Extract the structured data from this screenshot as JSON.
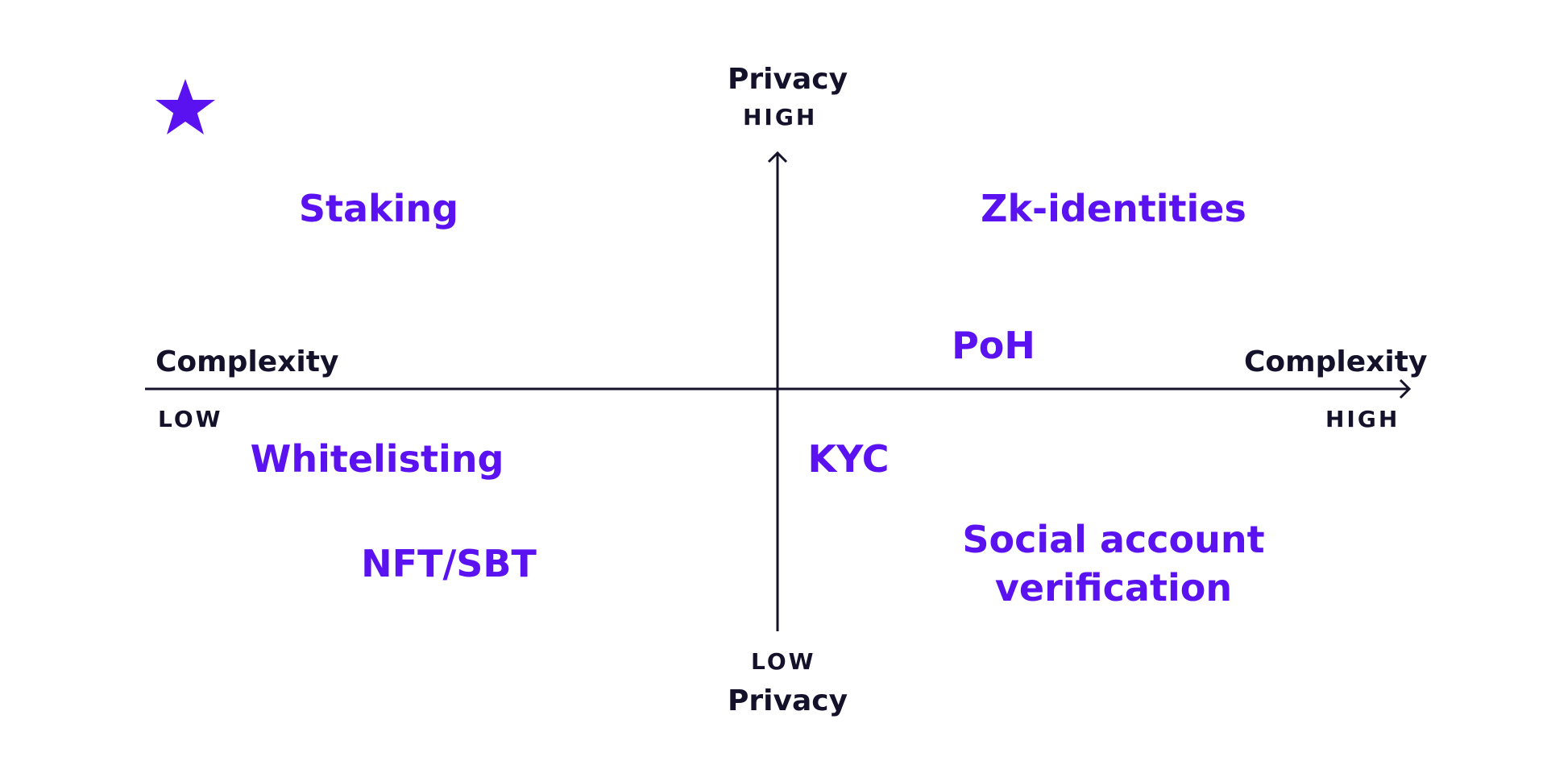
{
  "accent_color": "#5b12f0",
  "axis_color": "#14112a",
  "logo_icon": "star-icon",
  "y_axis": {
    "title_top": "Privacy",
    "high_label": "HIGH",
    "low_label": "LOW",
    "title_bottom": "Privacy"
  },
  "x_axis": {
    "title_left": "Complexity",
    "low_label": "LOW",
    "title_right": "Complexity",
    "high_label": "HIGH"
  },
  "items": {
    "staking": "Staking",
    "zk_identities": "Zk-identities",
    "poh": "PoH",
    "whitelisting": "Whitelisting",
    "kyc": "KYC",
    "nft_sbt": "NFT/SBT",
    "social_account": "Social account\nverification"
  }
}
